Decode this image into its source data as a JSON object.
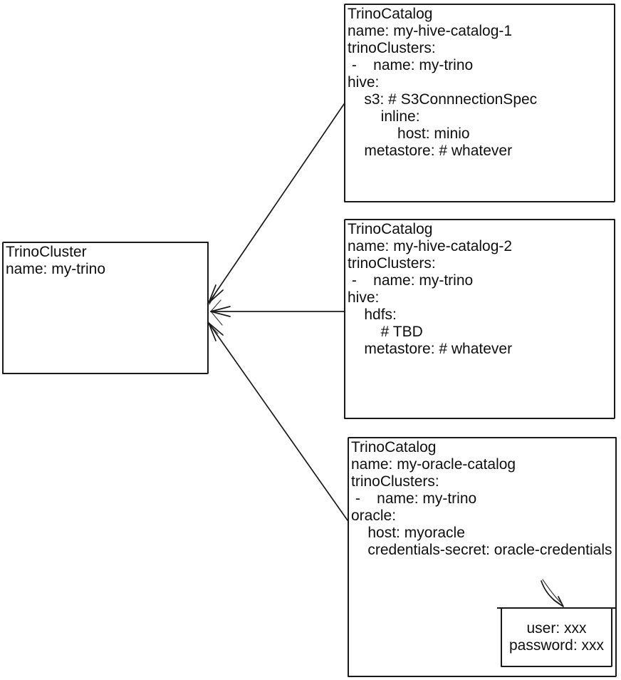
{
  "canvas": {
    "background": "#ffffff",
    "stroke_color": "#1a1a1a",
    "text_color": "#0f0f0f"
  },
  "cluster_box": {
    "lines": [
      "TrinoCluster",
      "name: my-trino"
    ]
  },
  "catalog_boxes": [
    {
      "lines": [
        "TrinoCatalog",
        "name: my-hive-catalog-1",
        "trinoClusters:",
        " -    name: my-trino",
        "hive:",
        "    s3: # S3ConnnectionSpec",
        "        inline:",
        "            host: minio",
        "    metastore: # whatever"
      ]
    },
    {
      "lines": [
        "TrinoCatalog",
        "name: my-hive-catalog-2",
        "trinoClusters:",
        " -    name: my-trino",
        "hive:",
        "    hdfs:",
        "        # TBD",
        "    metastore: # whatever"
      ]
    },
    {
      "lines": [
        "TrinoCatalog",
        "name: my-oracle-catalog",
        "trinoClusters:",
        " -    name: my-trino",
        "oracle:",
        "    host: myoracle",
        "    credentials-secret: oracle-credentials"
      ]
    }
  ],
  "secret_box": {
    "lines": [
      "user: xxx",
      "password: xxx"
    ]
  },
  "connectors": [
    {
      "from": "my-hive-catalog-1",
      "to": "my-trino"
    },
    {
      "from": "my-hive-catalog-2",
      "to": "my-trino"
    },
    {
      "from": "my-oracle-catalog",
      "to": "my-trino"
    },
    {
      "from": "credentials-secret: oracle-credentials",
      "to": "user/password secret"
    }
  ]
}
